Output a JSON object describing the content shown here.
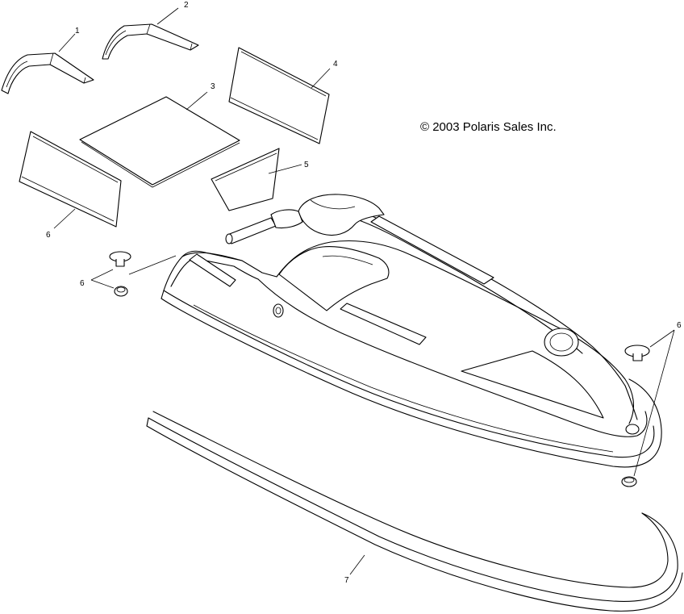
{
  "copyright": "© 2003 Polaris Sales Inc.",
  "callouts": {
    "c1": "1",
    "c2": "2",
    "c3": "3",
    "c4": "4",
    "c5": "5",
    "c6_left_panel": "6",
    "c6_left_fastener": "6",
    "c6_right_fastener": "6",
    "c7": "7"
  }
}
